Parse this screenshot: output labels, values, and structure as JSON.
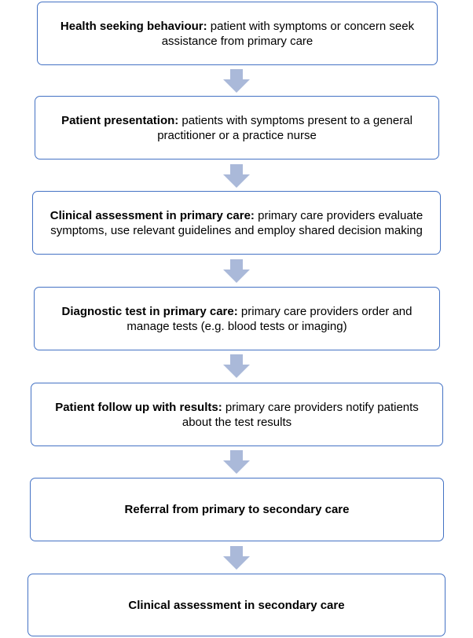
{
  "colors": {
    "box_border": "#4472c4",
    "arrow_fill": "#aab9d9",
    "text": "#000000"
  },
  "steps": [
    {
      "title": "Health seeking behaviour:",
      "text": " patient with symptoms or concern seek assistance from primary care"
    },
    {
      "title": "Patient presentation:",
      "text": " patients with symptoms present to a general practitioner or a practice nurse"
    },
    {
      "title": "Clinical assessment in primary care:",
      "text": " primary care providers evaluate symptoms, use relevant guidelines and employ shared decision making"
    },
    {
      "title": "Diagnostic test in primary care:",
      "text": " primary care providers order and manage tests (e.g. blood tests or imaging)"
    },
    {
      "title": "Patient follow up with results:",
      "text": " primary care providers notify patients about the test results"
    },
    {
      "title": "Referral from primary to secondary care",
      "text": ""
    },
    {
      "title": "Clinical assessment in secondary care",
      "text": ""
    }
  ]
}
